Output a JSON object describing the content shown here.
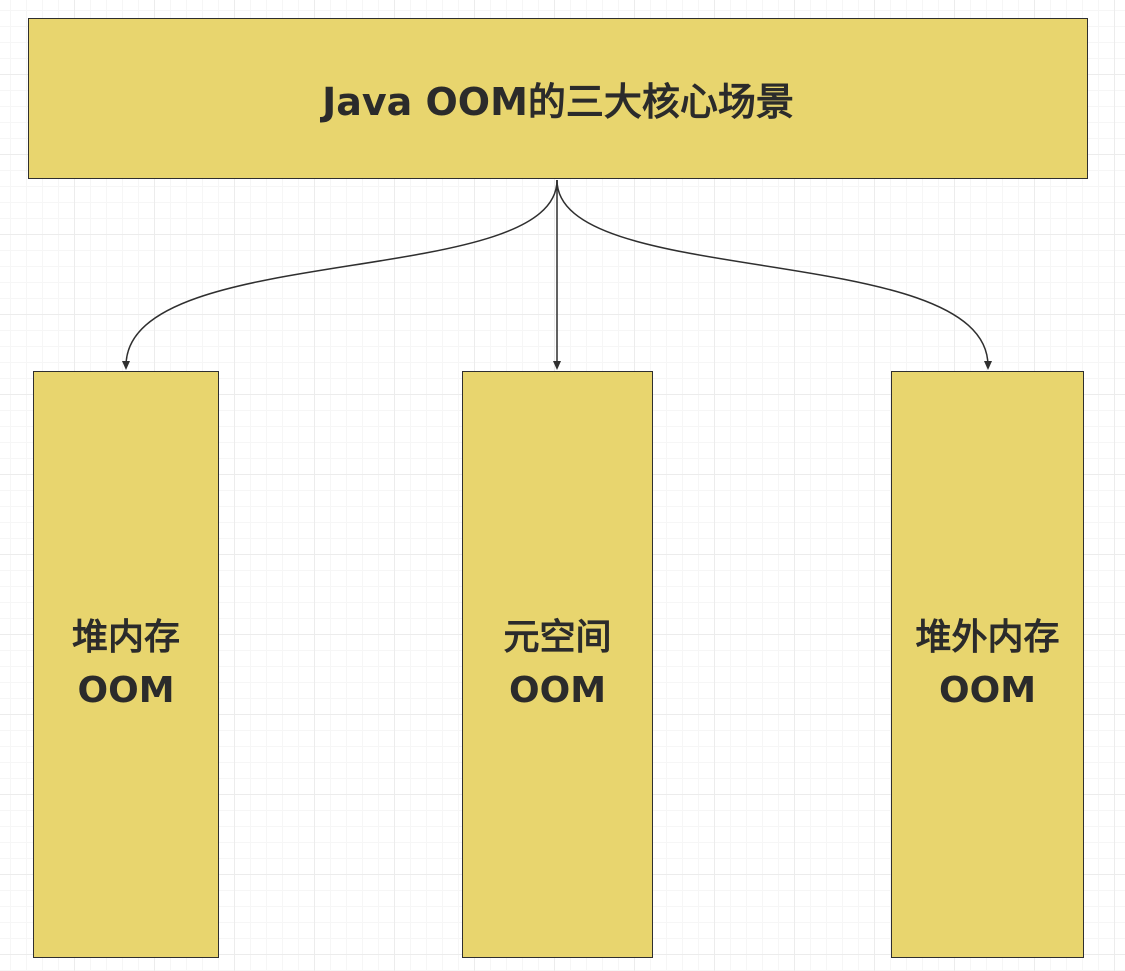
{
  "diagram": {
    "root": {
      "label": "Java OOM的三大核心场景",
      "fill": "#e8d56e"
    },
    "children": [
      {
        "id": "heap",
        "line1": "堆内存",
        "line2": "OOM"
      },
      {
        "id": "metaspace",
        "line1": "元空间",
        "line2": "OOM"
      },
      {
        "id": "offheap",
        "line1": "堆外内存",
        "line2": "OOM"
      }
    ],
    "leaf_fill": "#e8d56e",
    "stroke": "#2f2f2f"
  }
}
